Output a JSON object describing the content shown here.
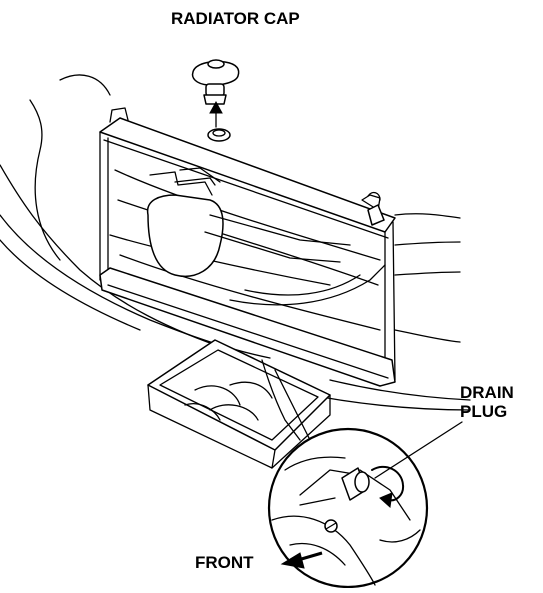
{
  "labels": {
    "radiator_cap": "RADIATOR CAP",
    "drain_plug_line1": "DRAIN",
    "drain_plug_line2": "PLUG",
    "front": "FRONT"
  },
  "colors": {
    "line": "#000000",
    "background": "#ffffff"
  },
  "icons": [
    "arrow-up-icon",
    "rotation-arrow-icon",
    "front-arrow-icon"
  ]
}
